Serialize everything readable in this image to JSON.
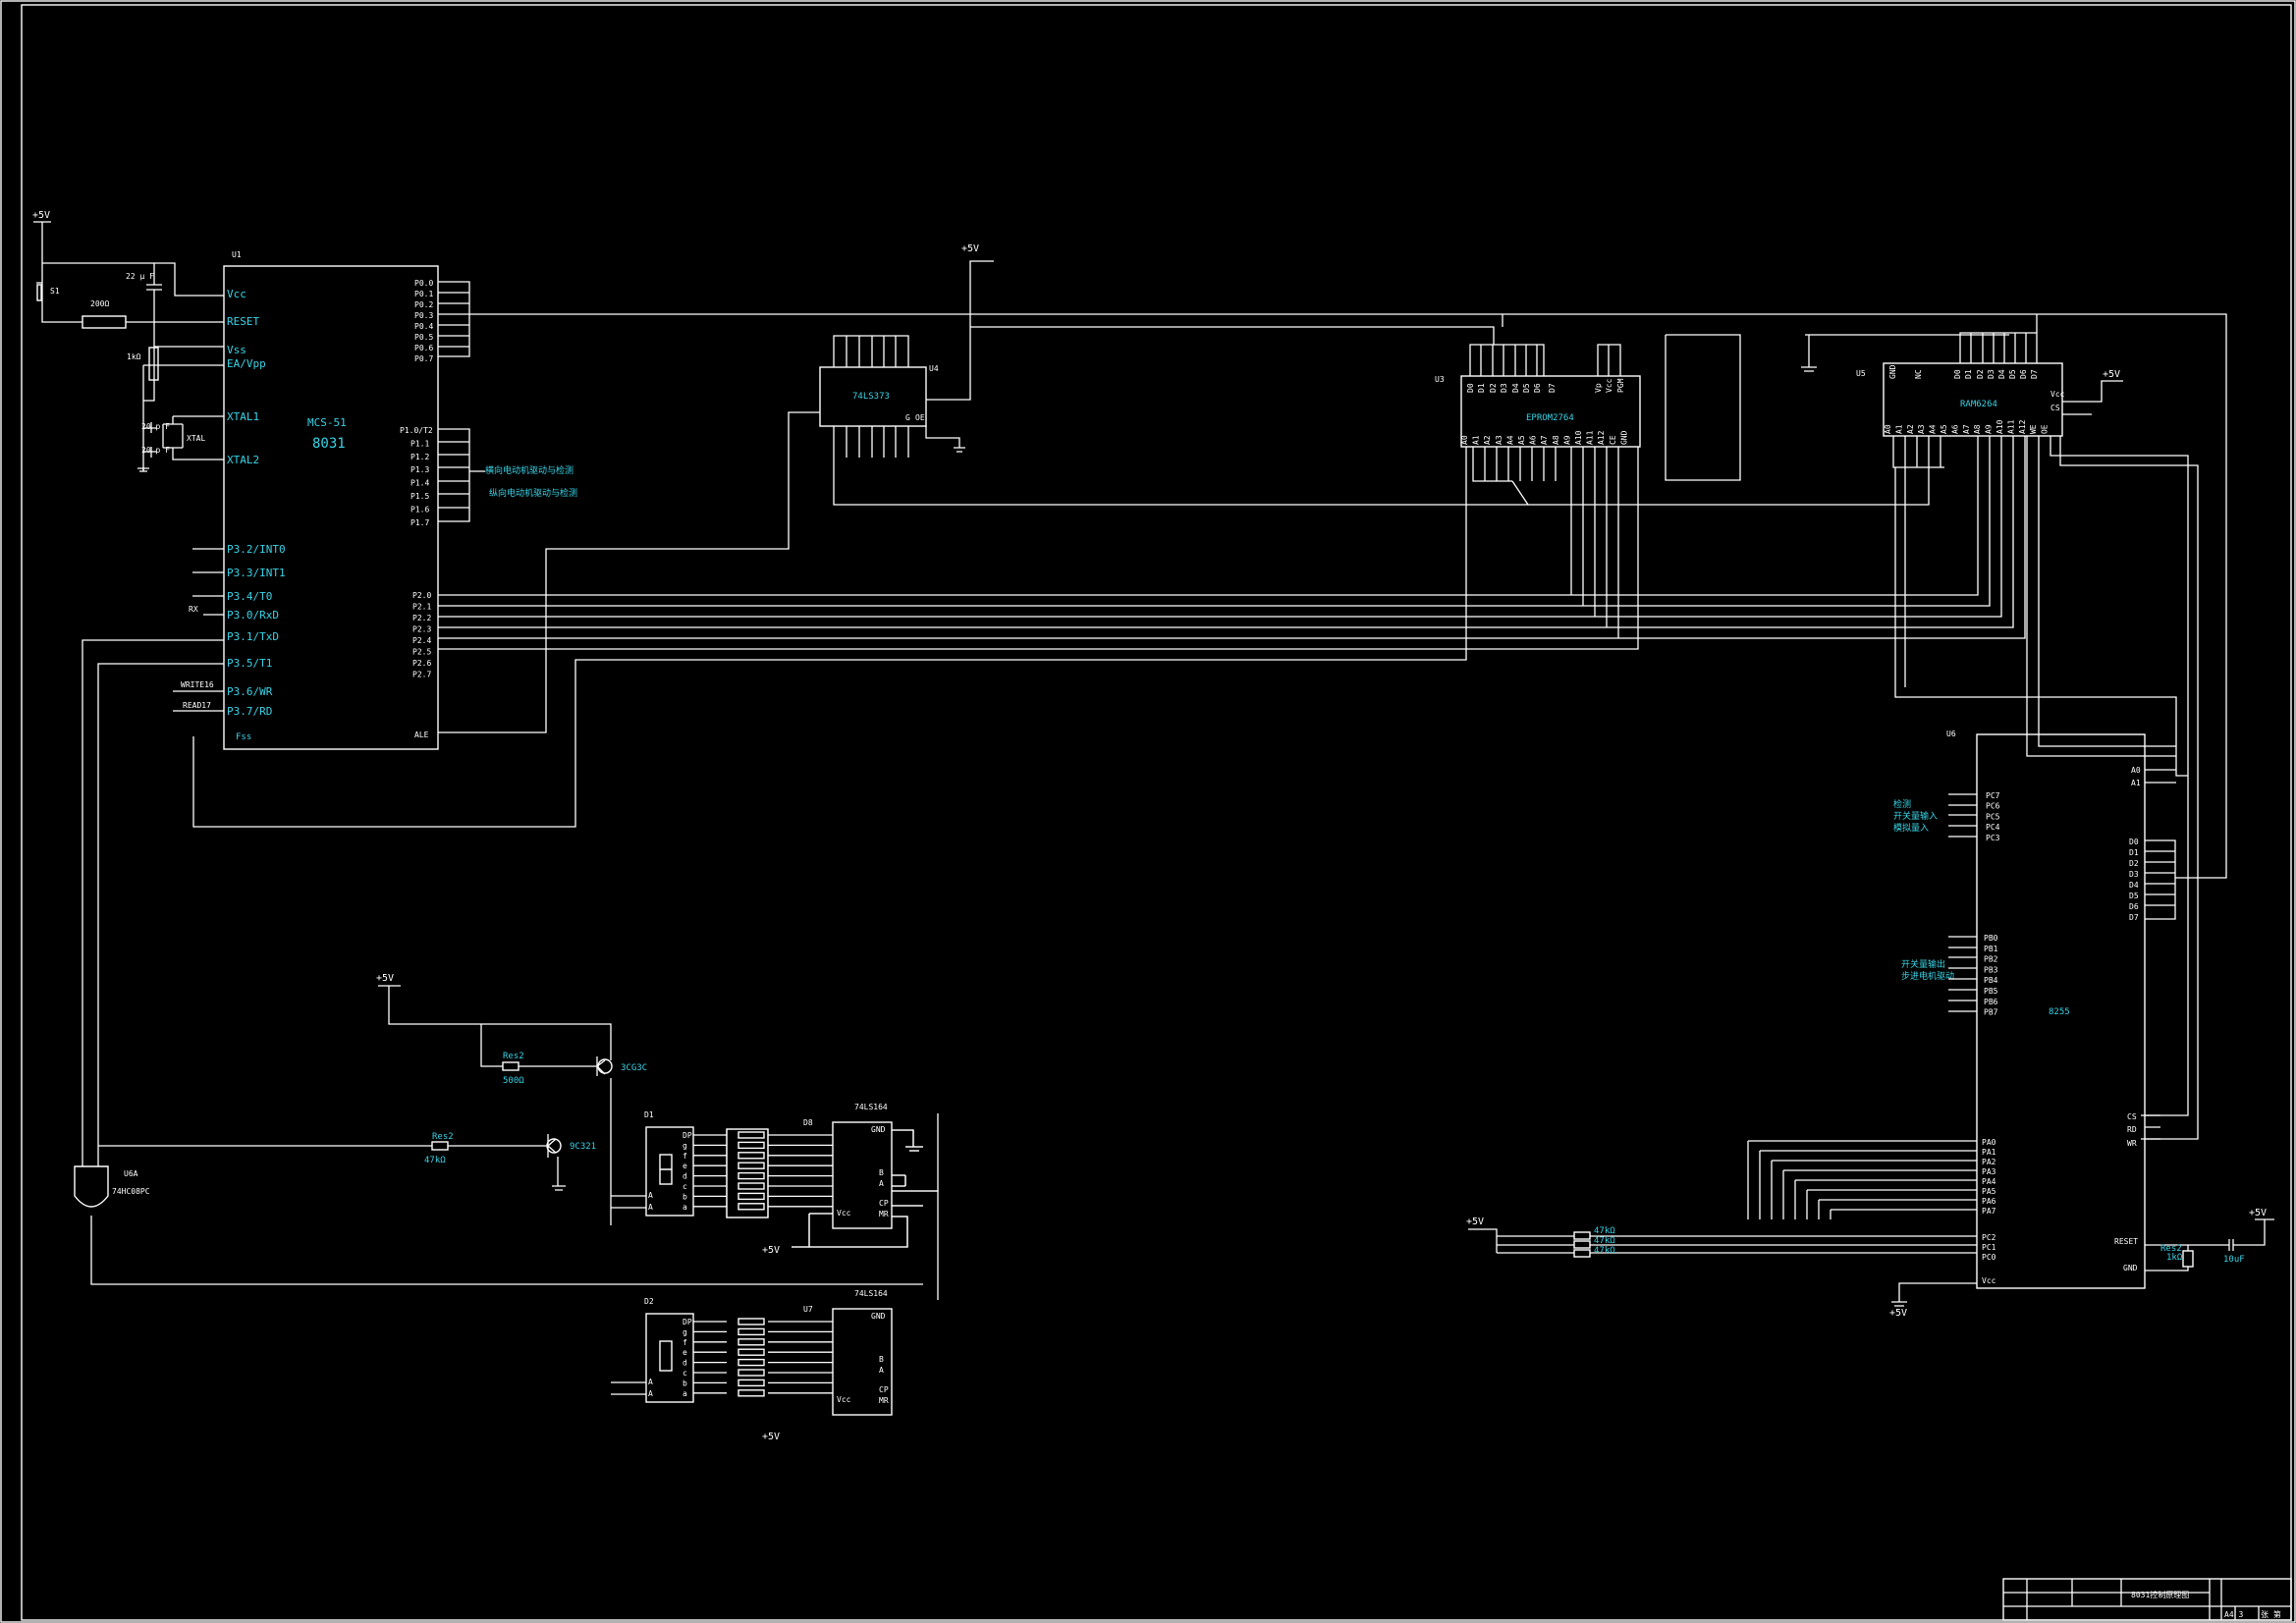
{
  "title_block": {
    "drawing_title": "8031控制原理图",
    "scale": "A4 3",
    "sheet": "张 第"
  },
  "power": {
    "vcc_label": "+5V"
  },
  "u1": {
    "ref": "U1",
    "family": "MCS-51",
    "part": "8031",
    "pins_left": [
      "Vcc",
      "RESET",
      "Vss",
      "EA/Vpp",
      "XTAL1",
      "XTAL2",
      "P3.2/INT0",
      "P3.3/INT1",
      "P3.4/T0",
      "P3.0/RxD",
      "P3.1/TxD",
      "P3.5/T1",
      "P3.6/WR",
      "P3.7/RD",
      "Fss"
    ],
    "pins_p0": [
      "P0.0",
      "P0.1",
      "P0.2",
      "P0.3",
      "P0.4",
      "P0.5",
      "P0.6",
      "P0.7"
    ],
    "pins_p1": [
      "P1.0/T2",
      "P1.1",
      "P1.2",
      "P1.3",
      "P1.4",
      "P1.5",
      "P1.6",
      "P1.7"
    ],
    "pins_p2": [
      "P2.0",
      "P2.1",
      "P2.2",
      "P2.3",
      "P2.4",
      "P2.5",
      "P2.6",
      "P2.7"
    ],
    "ale": "ALE",
    "notes": [
      "横向电动机驱动与检测",
      "纵向电动机驱动与检测"
    ],
    "side_labels": [
      "RX",
      "WRITE16",
      "READ17"
    ]
  },
  "reset_circuit": {
    "switch": "S1",
    "resistor": "200Ω",
    "pullup": "1kΩ",
    "cap": "22 μ F",
    "xtal_caps": [
      "20 p F",
      "20 p F"
    ],
    "xtal": "XTAL"
  },
  "u4": {
    "ref": "U4",
    "part": "74LS373",
    "pins": [
      "G",
      "OE"
    ]
  },
  "u3": {
    "ref": "U3",
    "part": "EPROM2764",
    "pins_top": [
      "D0",
      "D1",
      "D2",
      "D3",
      "D4",
      "D5",
      "D6",
      "D7",
      "Vp",
      "Vcc",
      "PGM"
    ],
    "pins_bottom": [
      "A0",
      "A1",
      "A2",
      "A3",
      "A4",
      "A5",
      "A6",
      "A7",
      "A8",
      "A9",
      "A10",
      "A11",
      "A12",
      "CE",
      "GND"
    ]
  },
  "u5": {
    "ref": "U5",
    "part": "RAM6264",
    "pins_top": [
      "GND",
      "NC",
      "D0",
      "D1",
      "D2",
      "D3",
      "D4",
      "D5",
      "D6",
      "D7"
    ],
    "pins_bottom": [
      "A0",
      "A1",
      "A2",
      "A3",
      "A4",
      "A5",
      "A6",
      "A7",
      "A8",
      "A9",
      "A10",
      "A11",
      "A12",
      "WE",
      "OE"
    ],
    "pins_right": [
      "Vcc",
      "CS"
    ]
  },
  "u6": {
    "ref": "U6",
    "part": "8255",
    "pins_pc_upper": [
      "PC7",
      "PC6",
      "PC5",
      "PC4",
      "PC3"
    ],
    "pins_d": [
      "D0",
      "D1",
      "D2",
      "D3",
      "D4",
      "D5",
      "D6",
      "D7"
    ],
    "pins_pb": [
      "PB0",
      "PB1",
      "PB2",
      "PB3",
      "PB4",
      "PB5",
      "PB6",
      "PB7"
    ],
    "pins_pa": [
      "PA0",
      "PA1",
      "PA2",
      "PA3",
      "PA4",
      "PA5",
      "PA6",
      "PA7",
      "PC2",
      "PC1",
      "PC0",
      "Vcc"
    ],
    "pins_right_top": [
      "A0",
      "A1"
    ],
    "pins_ctrl": [
      "CS",
      "RD",
      "WR"
    ],
    "pins_right_bottom": [
      "RESET",
      "GND"
    ],
    "notes_pc": [
      "检测",
      "开关量输入",
      "模拟量入"
    ],
    "notes_pb": [
      "开关量输出",
      "步进电机驱动"
    ],
    "input_resistors": [
      "47kΩ",
      "47kΩ",
      "47kΩ"
    ],
    "reset_res": "Res2",
    "reset_res_val": "1kΩ",
    "reset_cap": "10uF"
  },
  "driver": {
    "q1": "3CG3C",
    "q2": "9C321",
    "r1": "Res2",
    "r1_val": "500Ω",
    "r2": "Res2",
    "r2_val": "47kΩ",
    "gate": "U6A",
    "gate_part": "74HC08PC"
  },
  "displays": [
    {
      "ref": "D1",
      "seg_pins": [
        "DP",
        "g",
        "f",
        "e",
        "d",
        "c",
        "b",
        "a"
      ],
      "com_pins": [
        "A",
        "A"
      ],
      "ic_ref": "D8",
      "ic_part": "74LS164",
      "ic_pins": [
        "GND",
        "B",
        "A",
        "Vcc",
        "CP",
        "MR"
      ]
    },
    {
      "ref": "D2",
      "seg_pins": [
        "DP",
        "g",
        "f",
        "e",
        "d",
        "c",
        "b",
        "a"
      ],
      "com_pins": [
        "A",
        "A"
      ],
      "ic_ref": "U7",
      "ic_part": "74LS164",
      "ic_pins": [
        "GND",
        "B",
        "A",
        "Vcc",
        "CP",
        "MR"
      ]
    }
  ]
}
